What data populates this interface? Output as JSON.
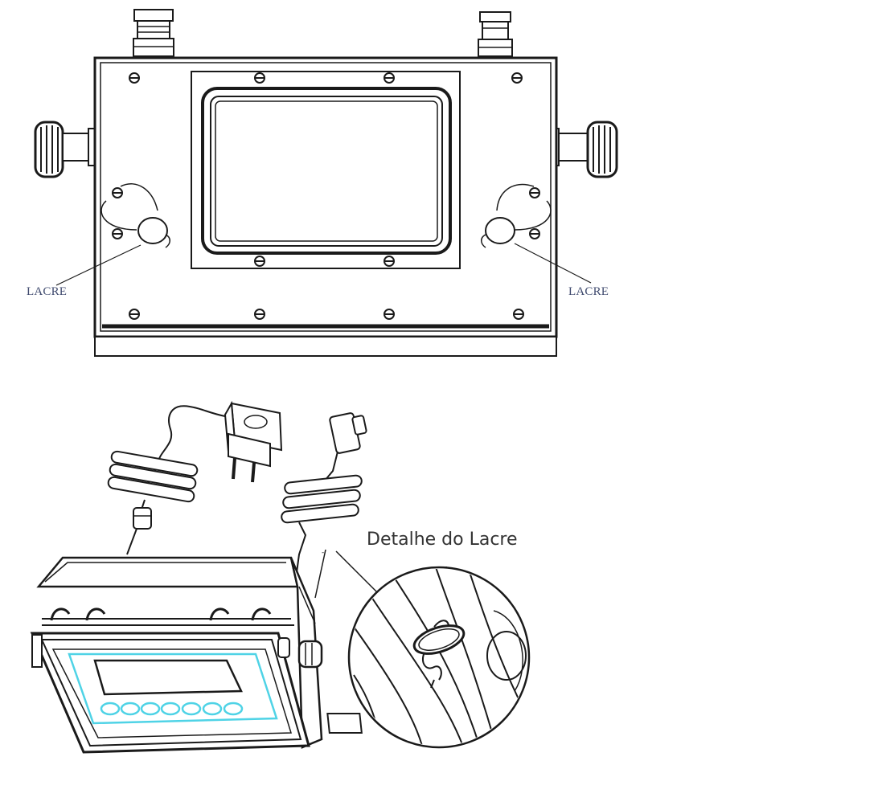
{
  "labels": {
    "seal_left": "LACRE",
    "seal_right": "LACRE",
    "seal_detail_title": "Detalhe do Lacre"
  },
  "colors": {
    "line": "#1a1a1a",
    "label_text": "#3f4a6e",
    "detail_text": "#333333",
    "keypad_accent": "#4fd3e6",
    "background": "#ffffff"
  }
}
